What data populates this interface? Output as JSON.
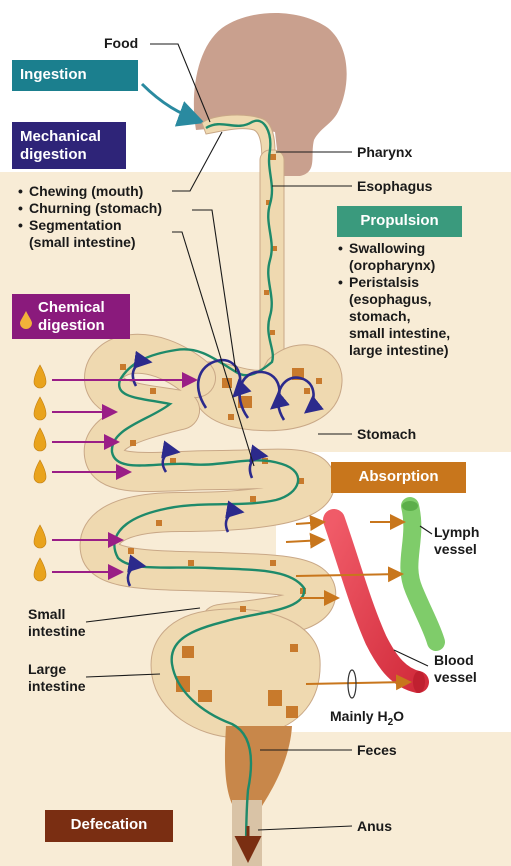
{
  "colors": {
    "ingestion": "#1b7f8e",
    "mechanical": "#2e2478",
    "chemical": "#8a1a7c",
    "propulsion": "#3a9a7d",
    "absorption": "#c8761c",
    "defecation": "#7a2e12",
    "tract_fill": "#efd9b0",
    "background_tan": "#f8ecd6",
    "nerve_line": "#1e8a6a",
    "churn_arrow": "#2c2a8c",
    "enzyme_arrow": "#9a1e86",
    "absorb_arrow": "#c8761c",
    "blood_vessel": "#e8404e",
    "lymph_vessel": "#7fcc6a",
    "head": "#c9a08e"
  },
  "processes": {
    "ingestion": "Ingestion",
    "mechanical": [
      "Mechanical",
      "digestion"
    ],
    "chemical": [
      "Chemical",
      "digestion"
    ],
    "propulsion": "Propulsion",
    "absorption": "Absorption",
    "defecation": "Defecation"
  },
  "mechanical_list": [
    "Chewing (mouth)",
    "Churning (stomach)",
    "Segmentation\n(small intestine)"
  ],
  "propulsion_list": [
    "Swallowing\n(oropharynx)",
    "Peristalsis\n(esophagus,\nstomach,\nsmall intestine,\nlarge intestine)"
  ],
  "labels": {
    "food": "Food",
    "pharynx": "Pharynx",
    "esophagus": "Esophagus",
    "stomach": "Stomach",
    "small_intestine": [
      "Small",
      "intestine"
    ],
    "large_intestine": [
      "Large",
      "intestine"
    ],
    "lymph_vessel": [
      "Lymph",
      "vessel"
    ],
    "blood_vessel": [
      "Blood",
      "vessel"
    ],
    "mainly_water_prefix": "Mainly H",
    "mainly_water_sub": "2",
    "mainly_water_suffix": "O",
    "feces": "Feces",
    "anus": "Anus"
  },
  "icons": {
    "enzyme_drop": "enzyme-drop-icon",
    "churning": "churning-arrow-icon"
  }
}
